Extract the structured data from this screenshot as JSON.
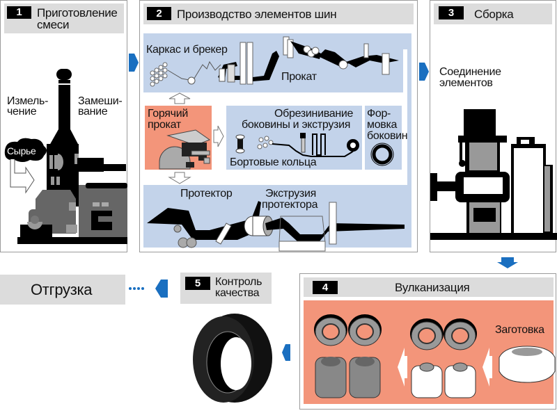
{
  "steps": [
    {
      "number": "1",
      "title_line1": "Приготовление",
      "title_line2": "смеси",
      "labels": {
        "grinding_1": "Измель-",
        "grinding_2": "чение",
        "mixing_1": "Замеши-",
        "mixing_2": "вание",
        "raw": "Сырье"
      }
    },
    {
      "number": "2",
      "title": "Производство элементов шин",
      "labels": {
        "carcass": "Каркас и брекер",
        "rolling": "Прокат",
        "hot_rolling_1": "Горячий",
        "hot_rolling_2": "прокат",
        "sidewall_1": "Обрезинивание",
        "sidewall_2": "боковины и экструзия",
        "bead": "Бортовые кольца",
        "forming_1": "Фор-",
        "forming_2": "мовка",
        "forming_3": "боковин",
        "tread": "Протектор",
        "tread_ext_1": "Экструзия",
        "tread_ext_2": "протектора"
      }
    },
    {
      "number": "3",
      "title": "Сборка",
      "labels": {
        "joining_1": "Соединение",
        "joining_2": "элементов"
      }
    },
    {
      "number": "4",
      "title": "Вулканизация",
      "labels": {
        "blank": "Заготовка"
      }
    },
    {
      "number": "5",
      "title_line1": "Контроль",
      "title_line2": "качества"
    }
  ],
  "shipping": {
    "label": "Отгрузка"
  },
  "colors": {
    "arrow": "#1a6fc0",
    "panel_blue": "#c3d3ea",
    "panel_salmon": "#f3957a",
    "header_gray": "#dcdcdc"
  }
}
